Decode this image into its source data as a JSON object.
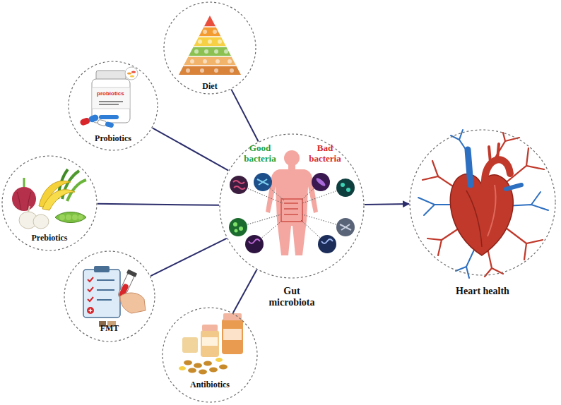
{
  "diagram": {
    "nodes": [
      {
        "text": [
          "Diet"
        ]
      },
      {
        "text": [
          "Probiotics"
        ]
      },
      {
        "text": [
          "Prebiotics"
        ]
      },
      {
        "text": [
          "FMT"
        ]
      },
      {
        "text": [
          "Antibiotics"
        ]
      },
      {
        "text": [
          "Good bacteria",
          "Bad bacteria",
          "Gut microbiota"
        ]
      },
      {
        "text": [
          "Heart health"
        ]
      }
    ],
    "edges": [
      {
        "from": 0,
        "to": 5,
        "arrow": "none"
      },
      {
        "from": 1,
        "to": 5,
        "arrow": "none"
      },
      {
        "from": 2,
        "to": 5,
        "arrow": "none"
      },
      {
        "from": 3,
        "to": 5,
        "arrow": "none"
      },
      {
        "from": 4,
        "to": 5,
        "arrow": "none"
      },
      {
        "from": 5,
        "to": 6,
        "arrow": "to"
      }
    ],
    "labels": [
      "probiotics"
    ]
  }
}
